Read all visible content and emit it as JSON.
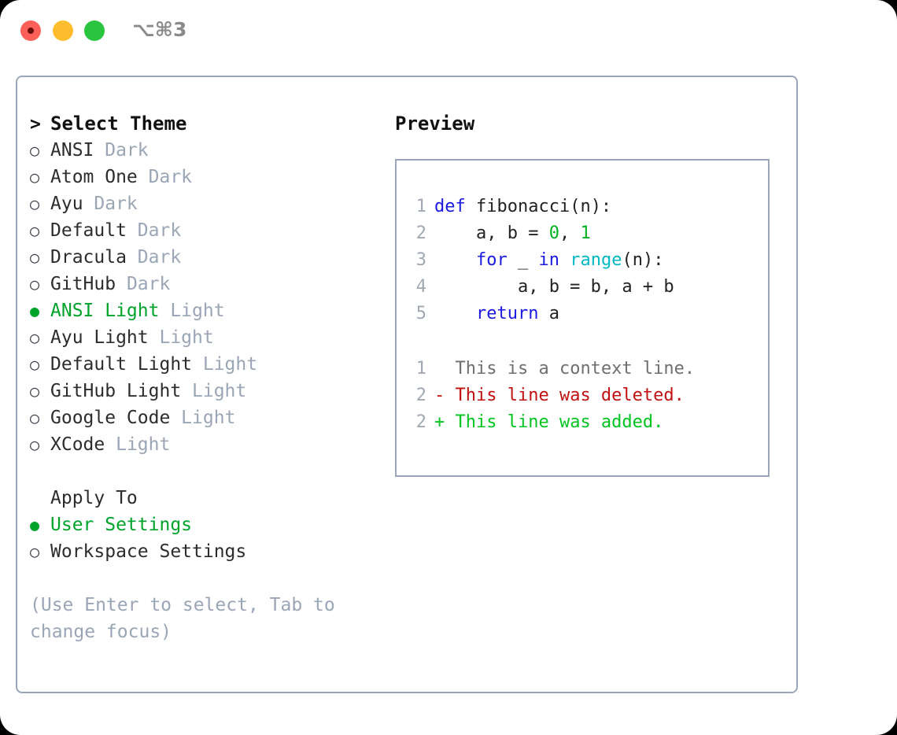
{
  "titlebar": {
    "shortcut": "⌥⌘3",
    "buttons": [
      {
        "name": "close",
        "color": "#fc6058"
      },
      {
        "name": "minimize",
        "color": "#fdbd2e"
      },
      {
        "name": "maximize",
        "color": "#29c53f"
      }
    ]
  },
  "theme_picker": {
    "header_marker": ">",
    "header": "Select Theme",
    "items": [
      {
        "marker": "○",
        "name": "ANSI",
        "kind": "Dark",
        "selected": false
      },
      {
        "marker": "○",
        "name": "Atom One",
        "kind": "Dark",
        "selected": false
      },
      {
        "marker": "○",
        "name": "Ayu",
        "kind": "Dark",
        "selected": false
      },
      {
        "marker": "○",
        "name": "Default",
        "kind": "Dark",
        "selected": false
      },
      {
        "marker": "○",
        "name": "Dracula",
        "kind": "Dark",
        "selected": false
      },
      {
        "marker": "○",
        "name": "GitHub",
        "kind": "Dark",
        "selected": false
      },
      {
        "marker": "●",
        "name": "ANSI Light",
        "kind": "Light",
        "selected": true
      },
      {
        "marker": "○",
        "name": "Ayu Light",
        "kind": "Light",
        "selected": false
      },
      {
        "marker": "○",
        "name": "Default Light",
        "kind": "Light",
        "selected": false
      },
      {
        "marker": "○",
        "name": "GitHub Light",
        "kind": "Light",
        "selected": false
      },
      {
        "marker": "○",
        "name": "Google Code",
        "kind": "Light",
        "selected": false
      },
      {
        "marker": "○",
        "name": "XCode",
        "kind": "Light",
        "selected": false
      }
    ]
  },
  "apply_to": {
    "label": "Apply To",
    "options": [
      {
        "marker": "●",
        "label": "User Settings",
        "selected": true
      },
      {
        "marker": "○",
        "label": "Workspace Settings",
        "selected": false
      }
    ]
  },
  "hint": "(Use Enter to select, Tab to change focus)",
  "preview": {
    "title": "Preview",
    "code_lines": [
      {
        "n": "1",
        "tokens": [
          {
            "t": "def",
            "c": "kw"
          },
          {
            "t": " fibonacci(n):",
            "c": "plain"
          }
        ]
      },
      {
        "n": "2",
        "tokens": [
          {
            "t": "    a, b = ",
            "c": "plain"
          },
          {
            "t": "0",
            "c": "num"
          },
          {
            "t": ", ",
            "c": "plain"
          },
          {
            "t": "1",
            "c": "num"
          }
        ]
      },
      {
        "n": "3",
        "tokens": [
          {
            "t": "    ",
            "c": "plain"
          },
          {
            "t": "for",
            "c": "kw"
          },
          {
            "t": " _ ",
            "c": "plain"
          },
          {
            "t": "in",
            "c": "kw"
          },
          {
            "t": " ",
            "c": "plain"
          },
          {
            "t": "range",
            "c": "fn"
          },
          {
            "t": "(n):",
            "c": "plain"
          }
        ]
      },
      {
        "n": "4",
        "tokens": [
          {
            "t": "        a, b = b, a + b",
            "c": "plain"
          }
        ]
      },
      {
        "n": "5",
        "tokens": [
          {
            "t": "    ",
            "c": "plain"
          },
          {
            "t": "return",
            "c": "kw"
          },
          {
            "t": " a",
            "c": "plain"
          }
        ]
      }
    ],
    "diff_lines": [
      {
        "n": "1",
        "sign": " ",
        "text": "This is a context line.",
        "kind": "context"
      },
      {
        "n": "2",
        "sign": "-",
        "text": "This line was deleted.",
        "kind": "deleted"
      },
      {
        "n": "2",
        "sign": "+",
        "text": "This line was added.",
        "kind": "added"
      }
    ]
  }
}
